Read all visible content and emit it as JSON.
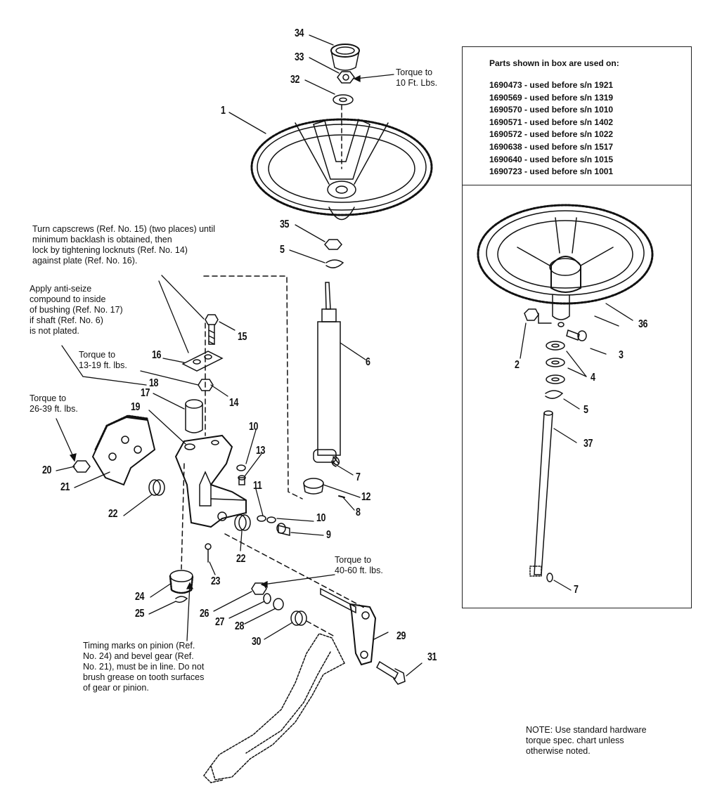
{
  "callouts": [
    "34",
    "33",
    "32",
    "1",
    "35",
    "5",
    "6",
    "7",
    "12",
    "8",
    "10",
    "9",
    "11",
    "13",
    "10",
    "15",
    "16",
    "14",
    "18",
    "17",
    "19",
    "20",
    "21",
    "22",
    "22",
    "23",
    "24",
    "25",
    "26",
    "27",
    "28",
    "30",
    "29",
    "31",
    "36",
    "2",
    "3",
    "4",
    "5",
    "37",
    "7"
  ],
  "notes": {
    "torque_10": [
      "Torque to",
      "10 Ft. Lbs."
    ],
    "capscrews": [
      "Turn capscrews (Ref. No. 15) (two places) until",
      "minimum backlash is obtained, then",
      "lock by tightening locknuts (Ref. No. 14)",
      "against plate (Ref. No. 16)."
    ],
    "anti_seize": [
      "Apply anti-seize",
      "compound to inside",
      "of bushing (Ref. No. 17)",
      "if shaft (Ref. No. 6)",
      "is not plated."
    ],
    "torque_13_19": [
      "Torque to",
      "13-19 ft. lbs."
    ],
    "torque_26_39": [
      "Torque to",
      "26-39 ft. lbs."
    ],
    "torque_40_60": [
      "Torque to",
      "40-60 ft. lbs."
    ],
    "timing": [
      "Timing marks on pinion (Ref.",
      "No. 24) and bevel gear (Ref.",
      "No. 21), must be in line. Do not",
      "brush grease on tooth surfaces",
      "of gear or pinion."
    ],
    "standard_hw": [
      "NOTE: Use standard hardware",
      "torque spec. chart unless",
      "otherwise noted."
    ]
  },
  "parts_box": {
    "title": "Parts shown in box are used on:",
    "items": [
      "1690473 - used before s/n 1921",
      "1690569 - used before s/n 1319",
      "1690570 - used before s/n 1010",
      "1690571 - used before s/n 1402",
      "1690572 - used before s/n 1022",
      "1690638 - used before s/n 1517",
      "1690640 - used before s/n 1015",
      "1690723 - used before s/n 1001"
    ]
  }
}
